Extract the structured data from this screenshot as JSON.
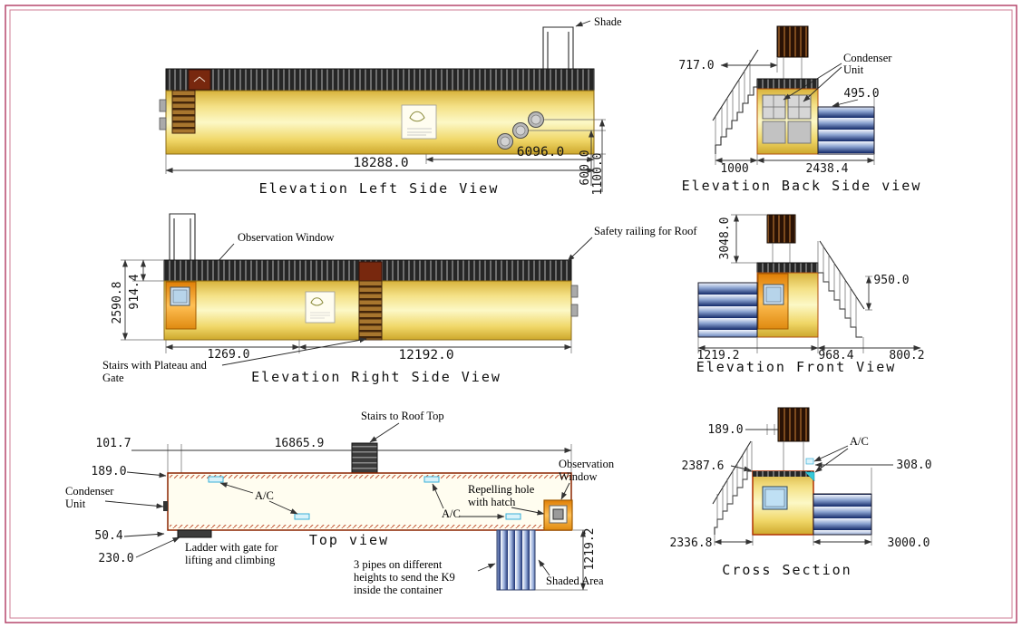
{
  "page": {
    "border_outer": "#b03a62",
    "border_inner": "#cf7d96",
    "background": "#ffffff"
  },
  "left_side": {
    "title": "Elevation Left Side View",
    "shade_label": "Shade",
    "dim_total_width": "18288.0",
    "dim_partial_width": "6096.0",
    "dim_600": "600.0",
    "dim_1100": "1100.0"
  },
  "back_side": {
    "title": "Elevation Back Side view",
    "dim_717": "717.0",
    "condenser_line1": "Condenser",
    "condenser_line2": "Unit",
    "dim_495": "495.0",
    "dim_1000": "1000",
    "dim_2438": "2438.4"
  },
  "right_side": {
    "title": "Elevation Right Side View",
    "observation_label": "Observation Window",
    "railing_label": "Safety railing for Roof",
    "stairs_line1": "Stairs with Plateau and",
    "stairs_line2": "Gate",
    "dim_914": "914.4",
    "dim_2590": "2590.8",
    "dim_1269": "1269.0",
    "dim_12192": "12192.0"
  },
  "front": {
    "title": "Elevation Front View",
    "dim_3048": "3048.0",
    "dim_950": "950.0",
    "dim_1219": "1219.2",
    "dim_968": "968.4",
    "dim_800": "800.2"
  },
  "top": {
    "title": "Top view",
    "stairs_roof_label": "Stairs to Roof Top",
    "dim_101": "101.7",
    "dim_16865": "16865.9",
    "dim_189": "189.0",
    "condenser_line1": "Condenser",
    "condenser_line2": "Unit",
    "dim_50": "50.4",
    "dim_230": "230.0",
    "ladder_line1": "Ladder with gate for",
    "ladder_line2": "lifting and climbing",
    "ac_label_1": "A/C",
    "ac_label_2": "A/C",
    "pipes_line1": "3 pipes on different",
    "pipes_line2": "heights to send the K9",
    "pipes_line3": "inside the container",
    "repelling_line1": "Repelling hole",
    "repelling_line2": "with hatch",
    "observation_line1": "Observation",
    "observation_line2": "Window",
    "dim_1219": "1219.2",
    "shaded_label": "Shaded Area"
  },
  "cross": {
    "title": "Cross Section",
    "dim_189": "189.0",
    "ac_label": "A/C",
    "dim_2387": "2387.6",
    "dim_308": "308.0",
    "dim_2336": "2336.8",
    "dim_3000": "3000.0"
  }
}
